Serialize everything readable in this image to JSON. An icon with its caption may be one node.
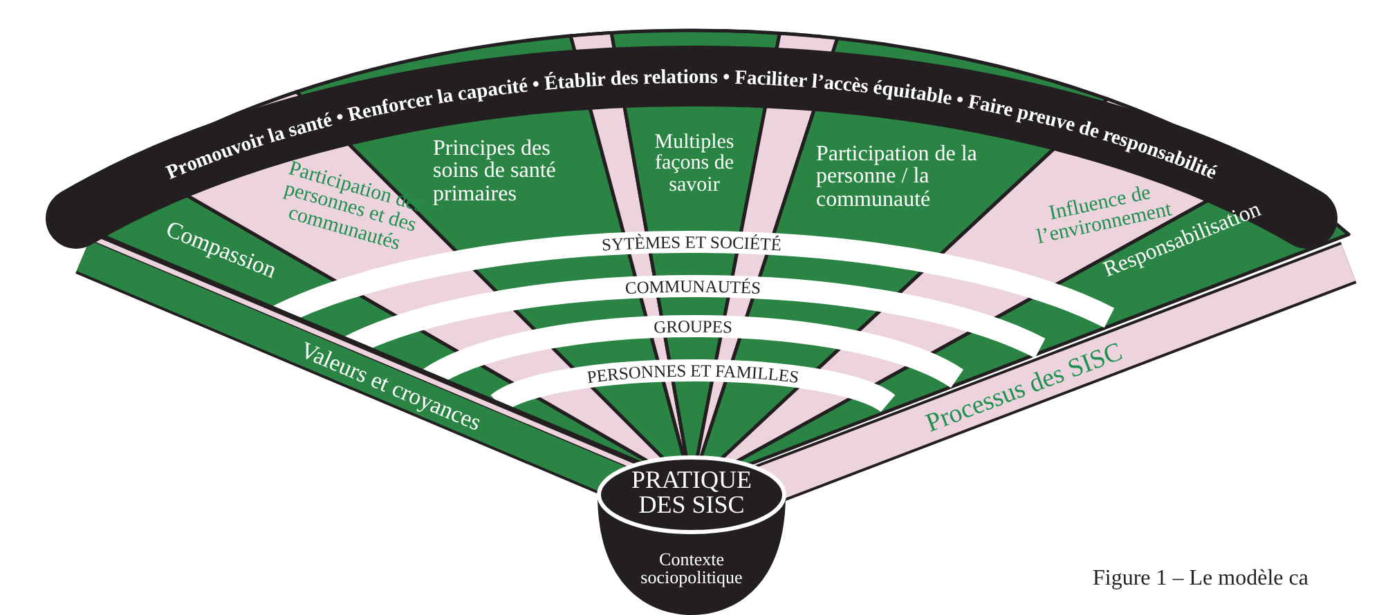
{
  "diagram": {
    "nodes": [
      {
        "text": [
          "Promouvoir la santé • Renforcer la capacité • Établir des relations • Faciliter l’accès équitable • Faire preuve de responsabilité"
        ]
      },
      {
        "text": [
          "Compassion"
        ]
      },
      {
        "text": [
          "Participation des personnes et des communautés"
        ]
      },
      {
        "text": [
          "Principes des soins de santé primaires"
        ]
      },
      {
        "text": [
          "Multiples façons de savoir"
        ]
      },
      {
        "text": [
          "Participation de la personne / la communauté"
        ]
      },
      {
        "text": [
          "Influence de l’environnement"
        ]
      },
      {
        "text": [
          "Responsabilisation"
        ]
      },
      {
        "text": [
          "SYTÈMES ET SOCIÉTÉ"
        ]
      },
      {
        "text": [
          "COMMUNAUTÉS"
        ]
      },
      {
        "text": [
          "GROUPES"
        ]
      },
      {
        "text": [
          "PERSONNES ET FAMILLES"
        ]
      },
      {
        "text": [
          "Valeurs et croyances"
        ]
      },
      {
        "text": [
          "Processus des SISC"
        ]
      },
      {
        "text": [
          "Contexte sociopolitique"
        ]
      },
      {
        "text": [
          "PRATIQUE DES SISC"
        ],
        "in": 14
      }
    ],
    "caption": "Figure 1 – Le modèle ca"
  }
}
